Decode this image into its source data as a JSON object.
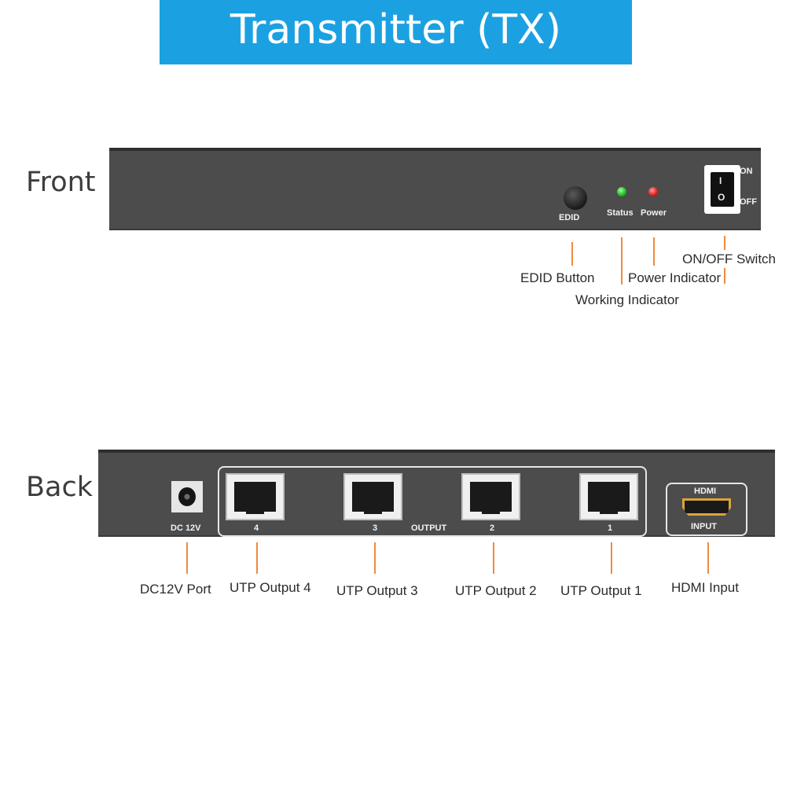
{
  "title": "Transmitter (TX)",
  "front": {
    "section_label": "Front",
    "panel_text": {
      "edid": "EDID",
      "status": "Status",
      "power": "Power",
      "switch_on": "ON",
      "switch_off": "OFF",
      "switch_i": "I",
      "switch_o": "O"
    },
    "callouts": {
      "edid_button": "EDID Button",
      "power_indicator": "Power Indicator",
      "working_indicator": "Working Indicator",
      "onoff_switch": "ON/OFF Switch"
    },
    "colors": {
      "status_led": "#22c322",
      "power_led": "#e02020"
    }
  },
  "back": {
    "section_label": "Back",
    "panel_text": {
      "dc": "DC 12V",
      "port4": "4",
      "port3": "3",
      "output": "OUTPUT",
      "port2": "2",
      "port1": "1",
      "hdmi": "HDMI",
      "input": "INPUT"
    },
    "callouts": {
      "dc_port": "DC12V Port",
      "utp4": "UTP Output  4",
      "utp3": "UTP Output 3",
      "utp2": "UTP Output 2",
      "utp1": "UTP Output 1",
      "hdmi_input": "HDMI Input"
    }
  },
  "colors": {
    "banner": "#1ba1e2",
    "panel": "#4c4c4c",
    "callout_line": "#f08a3c"
  }
}
